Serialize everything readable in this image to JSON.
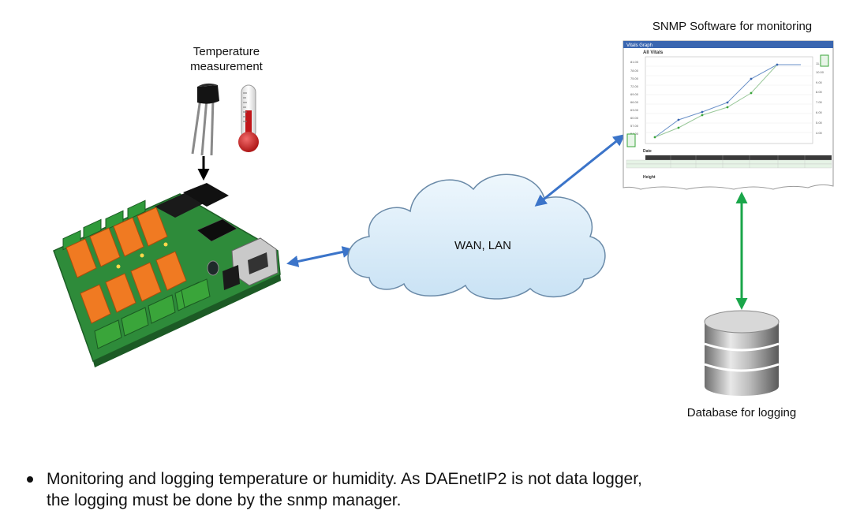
{
  "labels": {
    "temperature": "Temperature\nmeasurement",
    "snmp": "SNMP Software for monitoring",
    "network": "WAN, LAN",
    "database": "Database for logging"
  },
  "bullet": {
    "line1": "Monitoring and logging temperature or humidity. As DAEnetIP2 is not data logger,",
    "line2": "the logging must be done by the snmp manager."
  },
  "screenshot": {
    "window_title": "Vitals Graph",
    "graph_title": "All Vitals",
    "row_label_date": "Date",
    "row_label_height": "Height"
  },
  "colors": {
    "blue_arrow": "#3b74c9",
    "green_arrow": "#1aa64a",
    "black_arrow": "#000000",
    "relay_orange": "#f07a22",
    "pcb_green": "#2e8b3a",
    "terminal_green": "#3aa53a",
    "cloud_fill": "#d9ecf8",
    "cloud_stroke": "#6a8aa8"
  }
}
